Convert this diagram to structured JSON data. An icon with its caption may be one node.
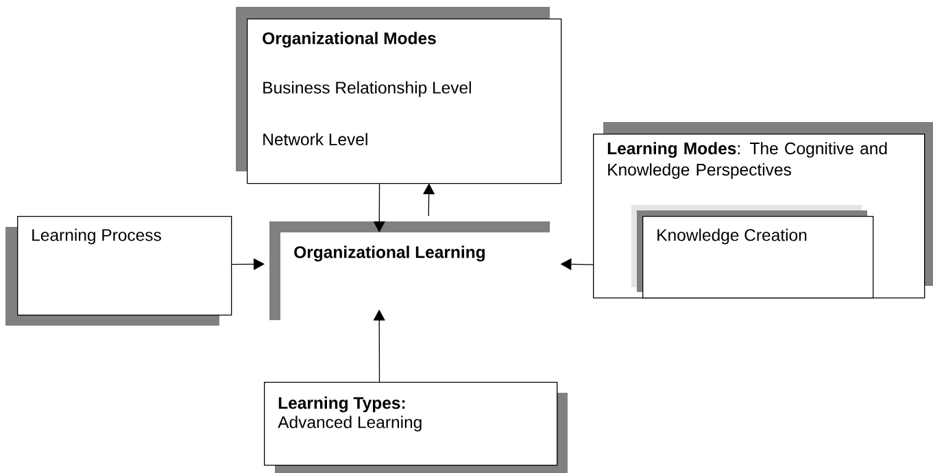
{
  "diagram": {
    "nodes": [
      {
        "text": [
          "Organizational Modes",
          "Business Relationship Level",
          "Network Level"
        ]
      },
      {
        "text": [
          "Learning Process"
        ]
      },
      {
        "text": [
          "Organizational Learning"
        ]
      },
      {
        "text": [
          "**Learning Modes**: The Cognitive and Knowledge Perspectives"
        ]
      },
      {
        "text": [
          "Knowledge Creation"
        ],
        "in": 3
      },
      {
        "text": [
          "Learning Types:",
          "Advanced Learning"
        ]
      }
    ],
    "edges": [
      {
        "from": 0,
        "to": 2,
        "arrow": "to"
      },
      {
        "from": 2,
        "to": 0,
        "arrow": "to"
      },
      {
        "from": 1,
        "to": 2,
        "arrow": "to"
      },
      {
        "from": 3,
        "to": 2,
        "arrow": "to"
      },
      {
        "from": 5,
        "to": 2,
        "arrow": "to"
      }
    ]
  }
}
